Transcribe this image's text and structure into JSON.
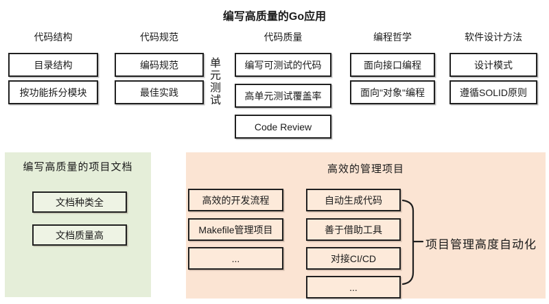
{
  "title": "编写高质量的Go应用",
  "columns": [
    {
      "header": "代码结构",
      "boxes": [
        "目录结构",
        "按功能拆分模块"
      ]
    },
    {
      "header": "代码规范",
      "boxes": [
        "编码规范",
        "最佳实践"
      ]
    },
    {
      "header": "代码质量",
      "boxes": [
        "编写可测试的代码",
        "高单元测试覆盖率",
        "Code Review"
      ]
    },
    {
      "header": "编程哲学",
      "boxes": [
        "面向接口编程",
        "面向\"对象\"编程"
      ]
    },
    {
      "header": "软件设计方法",
      "boxes": [
        "设计模式",
        "遵循SOLID原则"
      ]
    }
  ],
  "unit_test_label": "单元测试",
  "docs_panel": {
    "title": "编写高质量的项目文档",
    "boxes": [
      "文档种类全",
      "文档质量高"
    ]
  },
  "manage_panel": {
    "title": "高效的管理项目",
    "left_boxes": [
      "高效的开发流程",
      "Makefile管理项目",
      "..."
    ],
    "right_boxes": [
      "自动生成代码",
      "善于借助工具",
      "对接CI/CD",
      "..."
    ],
    "brace_label": "项目管理高度自动化"
  },
  "colors": {
    "docs_panel_bg": "#e5eed9",
    "docs_box_bg": "#eef3e4",
    "manage_panel_bg": "#fbe4d3",
    "manage_box_bg": "#fdeada",
    "box_border": "#1f1f1f",
    "text": "#1a1a1a",
    "top_box_bg": "#ffffff"
  }
}
